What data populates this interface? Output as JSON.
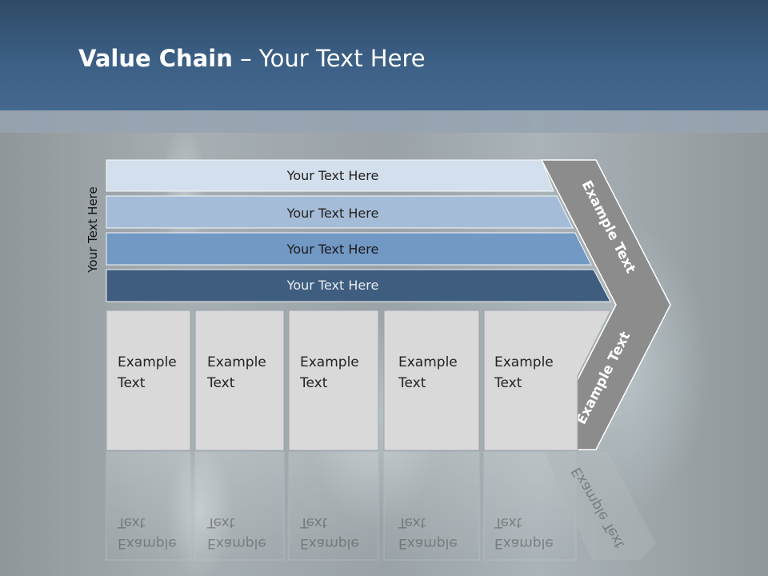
{
  "title": {
    "bold": "Value Chain",
    "rest": " – Your Text Here"
  },
  "side_label": "Your Text Here",
  "bars": [
    {
      "label": "Your Text Here",
      "color": "#d3dfec",
      "text_color": "#222222"
    },
    {
      "label": "Your Text Here",
      "color": "#a4bcd8",
      "text_color": "#222222"
    },
    {
      "label": "Your Text Here",
      "color": "#7298c4",
      "text_color": "#1b1b1b"
    },
    {
      "label": "Your Text Here",
      "color": "#3f5d7e",
      "text_color": "#e6edf4"
    }
  ],
  "boxes": [
    {
      "line1": "Example",
      "line2": "Text"
    },
    {
      "line1": "Example",
      "line2": "Text"
    },
    {
      "line1": "Example",
      "line2": "Text"
    },
    {
      "line1": "Example",
      "line2": "Text"
    },
    {
      "line1": "Example",
      "line2": "Text"
    }
  ],
  "chevron": {
    "upper_label": "Example Text",
    "lower_label": "Example Text",
    "color": "#8c8c8c"
  },
  "colors": {
    "header": "#3b5f85",
    "box_fill": "#d9d9d9"
  }
}
